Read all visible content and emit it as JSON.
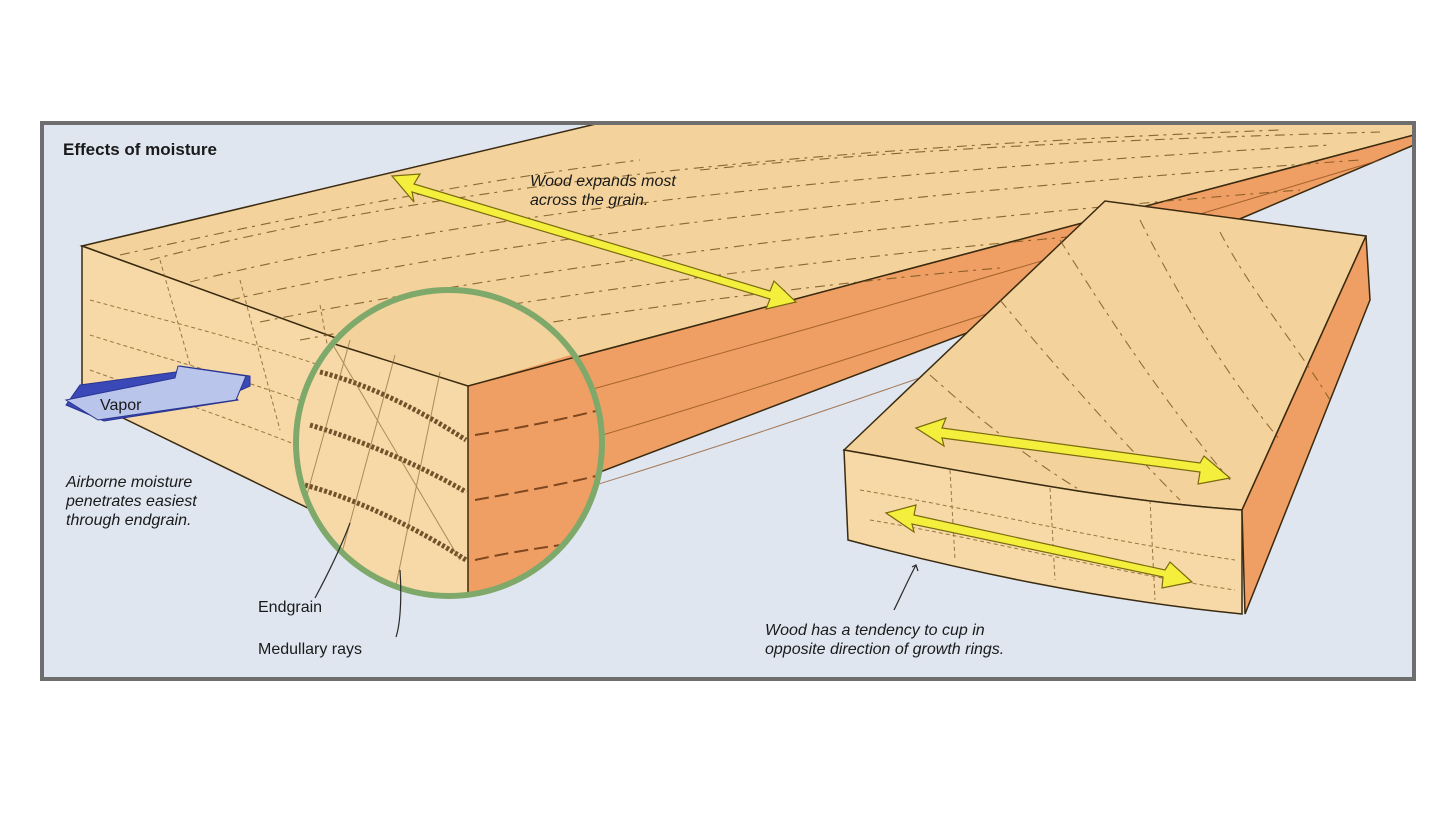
{
  "figure": {
    "title": "Effects of moisture",
    "annotations": {
      "expand_line1": "Wood expands most",
      "expand_line2": "across the grain.",
      "vapor": "Vapor",
      "airborne_line1": "Airborne moisture",
      "airborne_line2": "penetrates easiest",
      "airborne_line3": "through endgrain.",
      "endgrain": "Endgrain",
      "medullary": "Medullary rays",
      "cup_line1": "Wood has a tendency to cup in",
      "cup_line2": "opposite direction of growth rings."
    },
    "colors": {
      "background": "#dfe6f0",
      "frame": "#6e6e6e",
      "wood_top": "#f3d29b",
      "wood_end": "#f6d9a6",
      "wood_side": "#ef9f63",
      "arrow_fill": "#f3ef3c",
      "arrow_stroke": "#7a6a10",
      "magnifier_ring": "#7fa86b",
      "vapor_arrow": "#b9c5ea",
      "vapor_edge": "#3b48b8"
    }
  }
}
